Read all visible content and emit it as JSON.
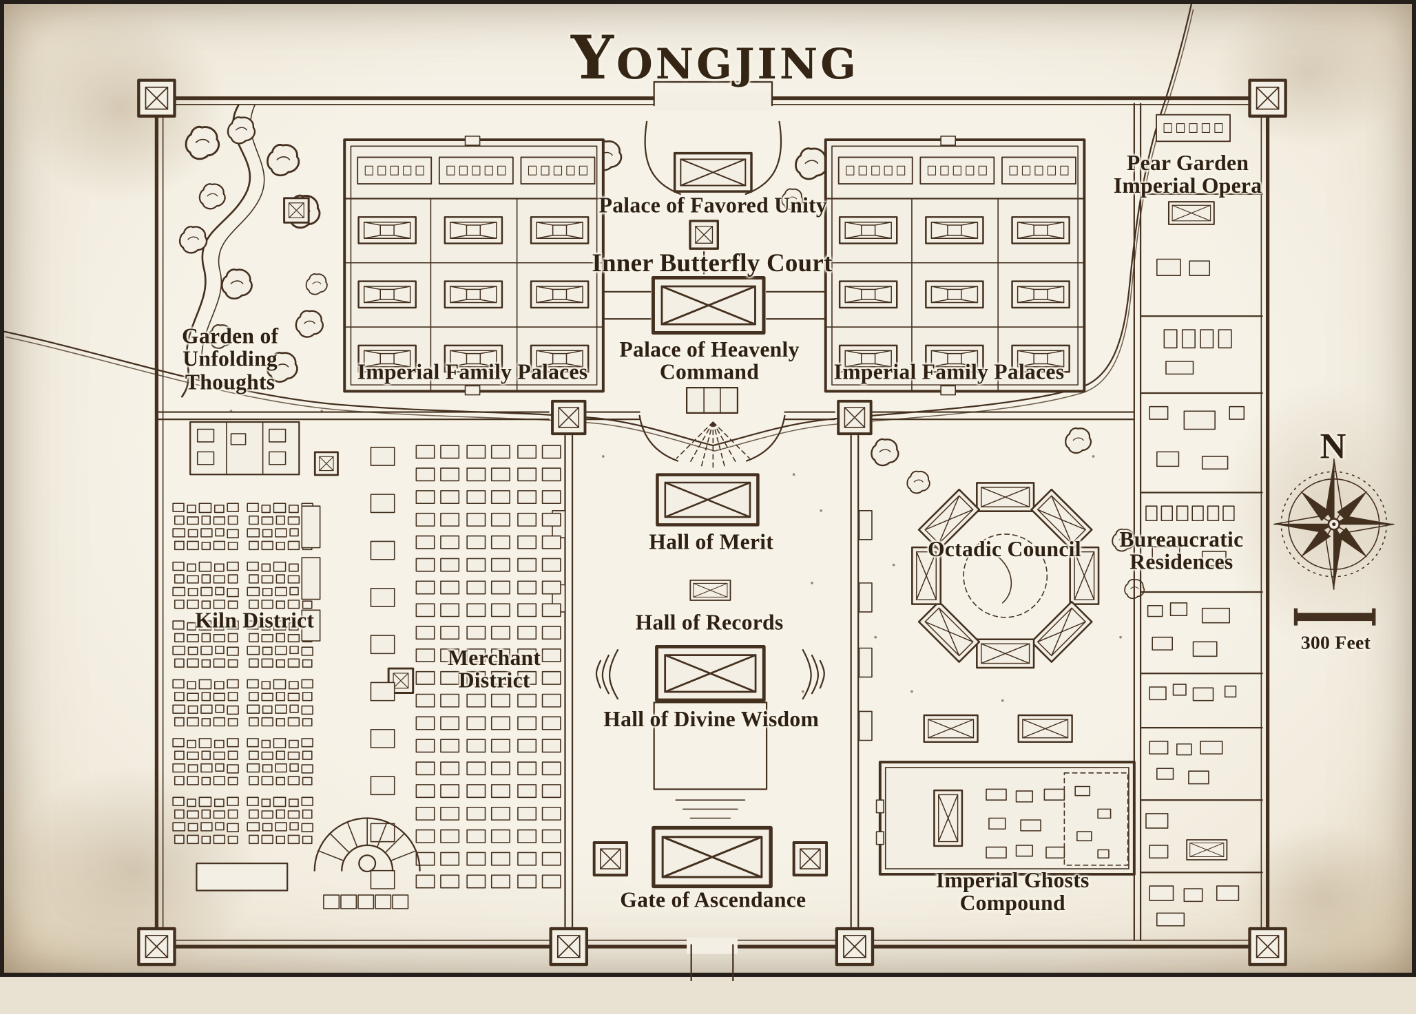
{
  "title": "Yongjing",
  "labels": {
    "palace_of_favored_unity": "Palace of Favored Unity",
    "inner_butterfly_court": "Inner Butterfly Court",
    "imperial_family_palaces_west": "Imperial Family Palaces",
    "imperial_family_palaces_east": "Imperial Family Palaces",
    "palace_of_heavenly_command": "Palace of Heavenly Command",
    "garden_of_unfolding_thoughts": "Garden of Unfolding Thoughts",
    "pear_garden_imperial_opera": "Pear Garden Imperial Opera",
    "kiln_district": "Kiln District",
    "merchant_district": "Merchant District",
    "hall_of_merit": "Hall of Merit",
    "hall_of_records": "Hall of Records",
    "hall_of_divine_wisdom": "Hall of Divine Wisdom",
    "octadic_council": "Octadic Council",
    "bureaucratic_residences": "Bureaucratic Residences",
    "imperial_ghosts_compound": "Imperial Ghosts Compound",
    "gate_of_ascendance": "Gate of Ascendance"
  },
  "compass": {
    "north_label": "N"
  },
  "scale_bar": {
    "label": "300 Feet"
  },
  "colors": {
    "paper": "#f4efe4",
    "ink": "#44301f",
    "label_text": "#2e2013",
    "frame": "#241f1a"
  }
}
